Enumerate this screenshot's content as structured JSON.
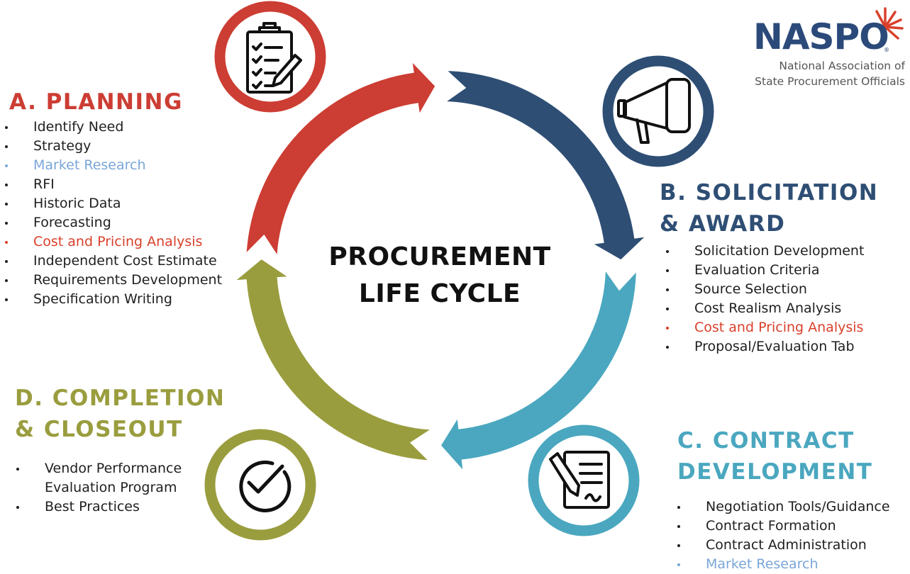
{
  "center_title": {
    "line1": "PROCUREMENT",
    "line2": "LIFE CYCLE"
  },
  "logo": {
    "wordmark": "NASPO",
    "registered": "®",
    "subtitle_line1": "National Association of",
    "subtitle_line2": "State Procurement Officials"
  },
  "colors": {
    "planning": "#cc3d33",
    "solicitation": "#2e4e74",
    "contract": "#4aa7bf",
    "completion": "#9a9d3e",
    "highlight_red": "#d9402b",
    "highlight_blue": "#7aa6d8"
  },
  "phases": {
    "planning": {
      "heading_line1": "A. PLANNING",
      "icon": "clipboard-checklist-icon",
      "items": [
        "Identify Need",
        "Strategy",
        "Market Research",
        "RFI",
        "Historic Data",
        "Forecasting",
        "Cost and Pricing Analysis",
        "Independent Cost Estimate",
        "Requirements Development",
        "Specification Writing"
      ]
    },
    "solicitation": {
      "heading_line1": "B. SOLICITATION",
      "heading_line2": "& AWARD",
      "icon": "megaphone-icon",
      "items": [
        "Solicitation Development",
        "Evaluation Criteria",
        "Source Selection",
        "Cost Realism Analysis",
        "Cost and Pricing Analysis",
        "Proposal/Evaluation Tab"
      ]
    },
    "contract": {
      "heading_line1": "C. CONTRACT",
      "heading_line2": "DEVELOPMENT",
      "icon": "contract-signing-icon",
      "items": [
        "Negotiation Tools/Guidance",
        "Contract Formation",
        "Contract Administration",
        "Market Research"
      ]
    },
    "completion": {
      "heading_line1": "D. COMPLETION",
      "heading_line2": "& CLOSEOUT",
      "icon": "checkmark-circle-icon",
      "items": [
        "Vendor Performance Evaluation Program",
        "Best Practices"
      ]
    }
  }
}
